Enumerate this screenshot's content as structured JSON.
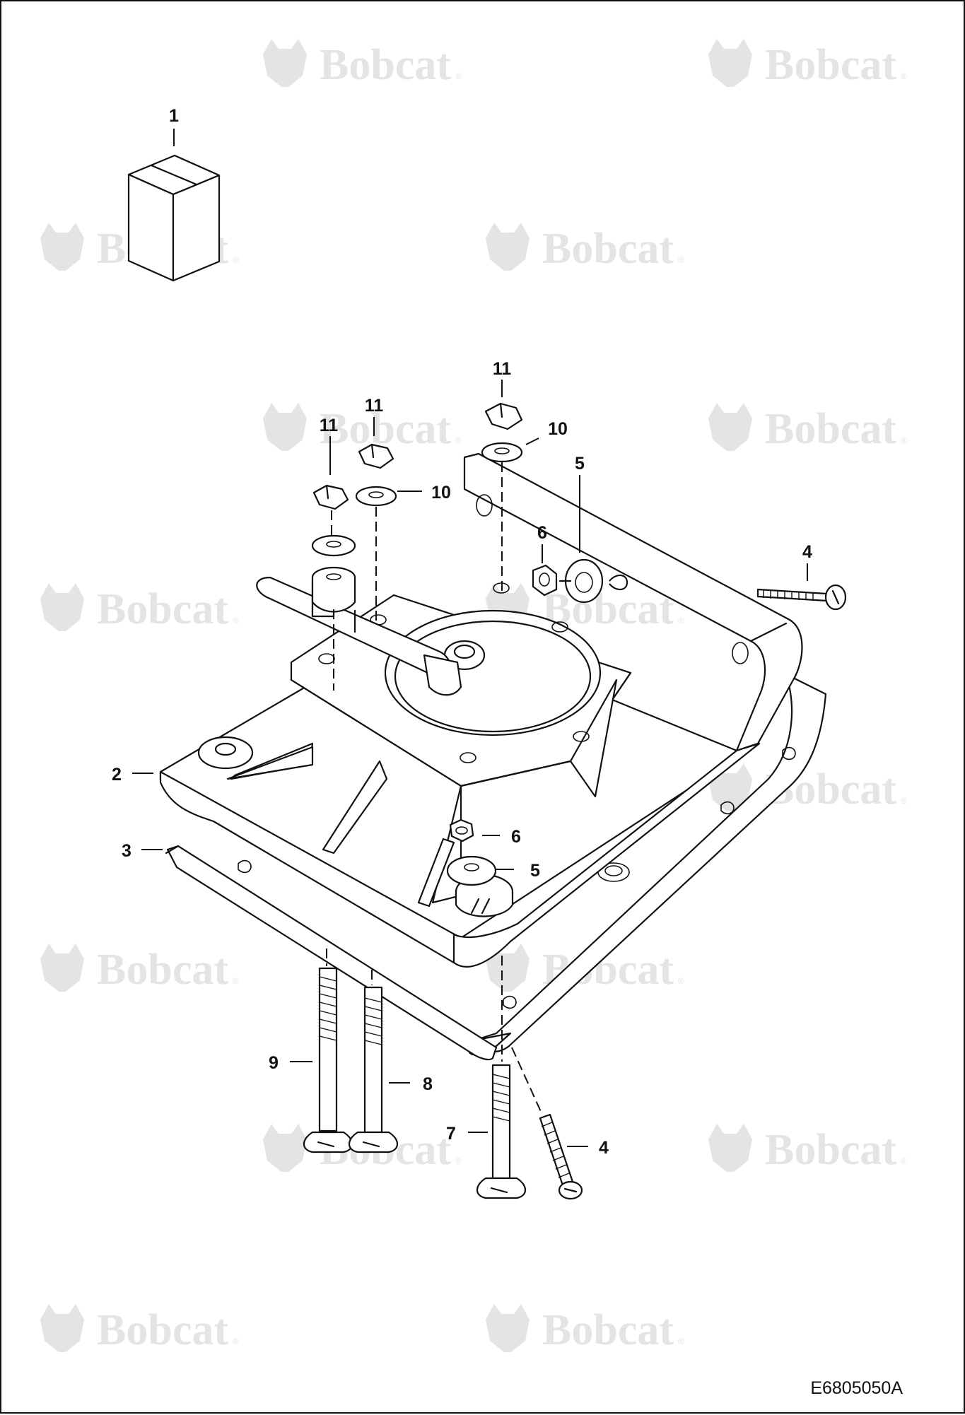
{
  "diagram": {
    "drawing_id": "E6805050A",
    "watermark": {
      "brand": "Bobcat",
      "mark": "®"
    },
    "callouts": [
      {
        "id": "c1",
        "label": "1"
      },
      {
        "id": "c2",
        "label": "2"
      },
      {
        "id": "c3",
        "label": "3"
      },
      {
        "id": "c4a",
        "label": "4"
      },
      {
        "id": "c4b",
        "label": "4"
      },
      {
        "id": "c5a",
        "label": "5"
      },
      {
        "id": "c5b",
        "label": "5"
      },
      {
        "id": "c6a",
        "label": "6"
      },
      {
        "id": "c6b",
        "label": "6"
      },
      {
        "id": "c7",
        "label": "7"
      },
      {
        "id": "c8",
        "label": "8"
      },
      {
        "id": "c9",
        "label": "9"
      },
      {
        "id": "c10a",
        "label": "10"
      },
      {
        "id": "c10b",
        "label": "10"
      },
      {
        "id": "c11a",
        "label": "11"
      },
      {
        "id": "c11b",
        "label": "11"
      },
      {
        "id": "c11c",
        "label": "11"
      }
    ]
  }
}
